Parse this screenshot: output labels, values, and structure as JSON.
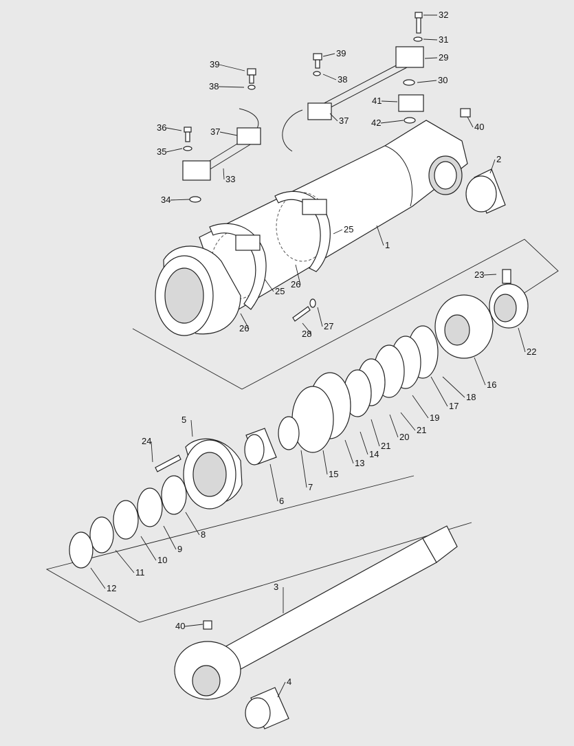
{
  "diagram": {
    "background": "#e9e9e9",
    "line_color": "#222222",
    "part_numbers": [
      "1",
      "2",
      "3",
      "4",
      "5",
      "6",
      "7",
      "8",
      "9",
      "10",
      "11",
      "12",
      "13",
      "14",
      "15",
      "16",
      "17",
      "18",
      "19",
      "20",
      "21",
      "21",
      "22",
      "23",
      "24",
      "25",
      "25",
      "26",
      "26",
      "27",
      "28",
      "29",
      "30",
      "31",
      "32",
      "33",
      "34",
      "35",
      "36",
      "37",
      "37",
      "38",
      "38",
      "39",
      "39",
      "40",
      "40",
      "41",
      "42"
    ]
  }
}
